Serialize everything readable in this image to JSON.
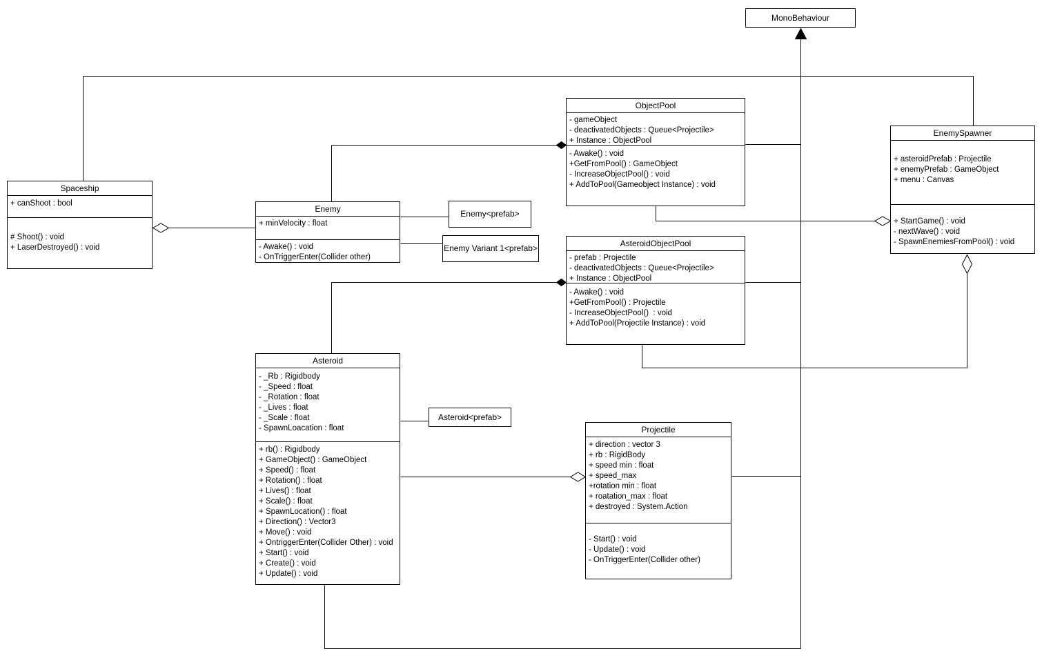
{
  "classes": {
    "monobehaviour": {
      "title": "MonoBehaviour"
    },
    "objectpool": {
      "title": "ObjectPool",
      "attributes": [
        "- gameObject",
        "- deactivatedObjects : Queue<Projectile>",
        "+ Instance : ObjectPool"
      ],
      "methods": [
        "- Awake() : void",
        "+GetFromPool() : GameObject",
        "- IncreaseObjectPool() : void",
        "+ AddToPool(Gameobject Instance) : void"
      ]
    },
    "enemyspawner": {
      "title": "EnemySpawner",
      "attributes": [
        "+ asteroidPrefab : Projectile",
        "+ enemyPrefab : GameObject",
        "+ menu : Canvas"
      ],
      "methods": [
        "+ StartGame() : void",
        "- nextWave() : void",
        "- SpawnEnemiesFromPool() : void"
      ]
    },
    "spaceship": {
      "title": "Spaceship",
      "attributes": [
        "+ canShoot : bool"
      ],
      "methods": [
        "# Shoot() : void",
        "+ LaserDestroyed() : void"
      ]
    },
    "enemy": {
      "title": "Enemy",
      "attributes": [
        "+ minVelocity : float"
      ],
      "methods": [
        "- Awake() : void",
        "- OnTriggerEnter(Collider other)"
      ]
    },
    "enemy_prefab": {
      "title": "Enemy<prefab>"
    },
    "enemy_variant_prefab": {
      "title": "Enemy Variant 1<prefab>"
    },
    "asteroidobjectpool": {
      "title": "AsteroidObjectPool",
      "attributes": [
        "- prefab : Projectile",
        "- deactivatedObjects : Queue<Projectile>",
        "+ Instance : ObjectPool"
      ],
      "methods": [
        "- Awake() : void",
        "+GetFromPool() : Projectile",
        "- IncreaseObjectPool()  : void",
        "+ AddToPool(Projectile Instance) : void"
      ]
    },
    "asteroid": {
      "title": "Asteroid",
      "attributes": [
        "- _Rb : Rigidbody",
        "- _Speed : float",
        "- _Rotation : float",
        "- _Lives : float",
        "- _Scale : float",
        "- SpawnLoacation : float"
      ],
      "methods": [
        "+ rb() : Rigidbody",
        "+ GameObject() : GameObject",
        "+ Speed() : float",
        "+ Rotation() : float",
        "+ Lives() : float",
        "+ Scale() : float",
        "+ SpawnLocation() : float",
        "+ Direction() : Vector3",
        "+ Move() : void",
        "+ OntriggerEnter(Collider Other) : void",
        "+ Start() : void",
        "+ Create() : void",
        "+ Update() : void"
      ]
    },
    "asteroid_prefab": {
      "title": "Asteroid<prefab>"
    },
    "projectile": {
      "title": "Projectile",
      "attributes": [
        "+ direction : vector 3",
        "+ rb : RigidBody",
        "+ speed min : float",
        "+ speed_max",
        "+rotation min : float",
        "+ roatation_max : float",
        "+ destroyed : System.Action"
      ],
      "methods": [
        "- Start() : void",
        "- Update() : void",
        "- OnTriggerEnter(Collider other)"
      ]
    }
  },
  "edges": [
    {
      "type": "generalization",
      "arrow_at": "MonoBehaviour",
      "connected": [
        "Spaceship",
        "EnemySpawner",
        "ObjectPool",
        "AsteroidObjectPool",
        "Asteroid",
        "Projectile"
      ]
    },
    {
      "type": "composition",
      "diamond_at": "ObjectPool",
      "other_end": "Enemy"
    },
    {
      "type": "composition",
      "diamond_at": "AsteroidObjectPool",
      "other_end": "Asteroid"
    },
    {
      "type": "aggregation",
      "diamond_at": "Spaceship",
      "other_end": "Enemy"
    },
    {
      "type": "aggregation",
      "diamond_at": "Projectile",
      "other_end": "Asteroid"
    },
    {
      "type": "aggregation",
      "diamond_at": "EnemySpawner",
      "other_end": "ObjectPool"
    },
    {
      "type": "aggregation",
      "diamond_at": "EnemySpawner",
      "other_end": "AsteroidObjectPool"
    },
    {
      "type": "association",
      "from": "Enemy",
      "to": "Enemy<prefab>"
    },
    {
      "type": "association",
      "from": "Enemy",
      "to": "Enemy Variant 1<prefab>"
    },
    {
      "type": "association",
      "from": "Asteroid",
      "to": "Asteroid<prefab>"
    }
  ],
  "colors": {
    "line": "#000000",
    "background": "#ffffff",
    "box_fill": "#ffffff"
  }
}
